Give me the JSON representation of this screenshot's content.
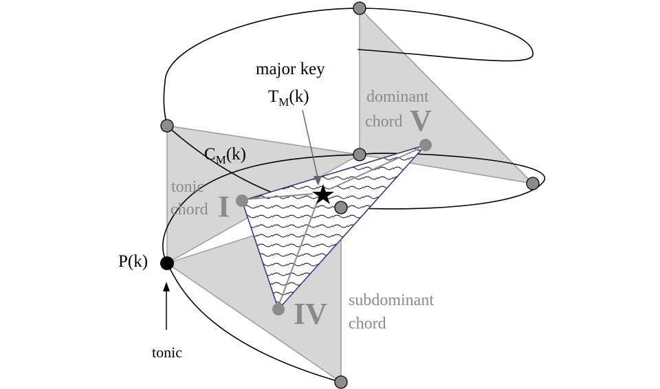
{
  "labels": {
    "major_key": "major key",
    "tm_main": "T",
    "tm_sub": "M",
    "tm_arg": "(k)",
    "dominant": "dominant",
    "dominant_chord": "chord",
    "numeral_v": "V",
    "cm_main": "C",
    "cm_sub": "M",
    "cm_arg": "(k)",
    "tonic": "tonic",
    "tonic_chord": "chord",
    "numeral_i": "I",
    "pk": "P(k)",
    "tonic_arrow_label": "tonic",
    "numeral_iv": "IV",
    "subdominant": "subdominant",
    "subdominant_chord": "chord"
  },
  "colors": {
    "triangle_fill": "#d6d6d6",
    "triangle_stroke": "#9a9a9a",
    "node_fill": "#8c8c8c",
    "label_gray": "#8a8a8a",
    "key_triangle_edge": "#4b2f84",
    "curve": "#000000"
  }
}
